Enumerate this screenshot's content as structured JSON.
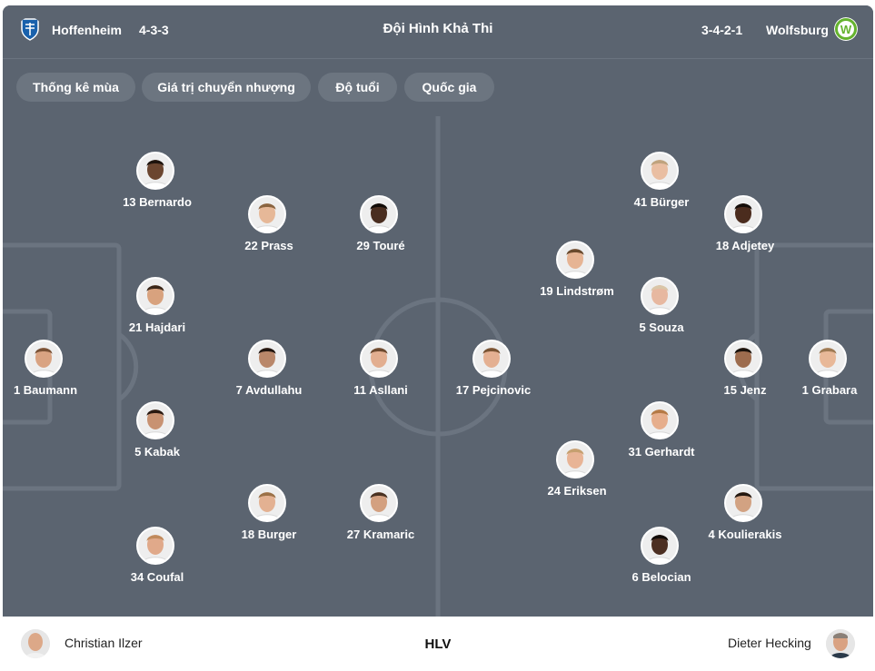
{
  "header": {
    "home_team": "Hoffenheim",
    "home_formation": "4-3-3",
    "title": "Đội Hình Khả Thi",
    "away_formation": "3-4-2-1",
    "away_team": "Wolfsburg",
    "home_logo_icon": "hoffenheim-crest-icon",
    "away_logo_icon": "wolfsburg-crest-icon",
    "away_logo_letter": "W"
  },
  "tabs": [
    "Thống kê mùa",
    "Giá trị chuyển nhượng",
    "Độ tuổi",
    "Quốc gia"
  ],
  "colors": {
    "pitch": "#5b6470",
    "lines": "#6b7480",
    "accent_green": "#65b32e",
    "home_blue": "#1961ac"
  },
  "home_players": [
    {
      "label": "1 Baumann",
      "skin": "#d9a382",
      "hair": "#7a5236"
    },
    {
      "label": "13 Bernardo",
      "skin": "#6b4630",
      "hair": "#1e140e"
    },
    {
      "label": "21 Hajdari",
      "skin": "#d8a27e",
      "hair": "#3a2618"
    },
    {
      "label": "5 Kabak",
      "skin": "#c89272",
      "hair": "#2a1a12"
    },
    {
      "label": "34 Coufal",
      "skin": "#e0a98a",
      "hair": "#c08a5c"
    },
    {
      "label": "22 Prass",
      "skin": "#e6b898",
      "hair": "#8a6440"
    },
    {
      "label": "7 Avdullahu",
      "skin": "#b9876a",
      "hair": "#221610"
    },
    {
      "label": "18 Burger",
      "skin": "#e3b192",
      "hair": "#9b7148"
    },
    {
      "label": "29 Touré",
      "skin": "#4a2e20",
      "hair": "#120c08"
    },
    {
      "label": "11 Asllani",
      "skin": "#e2ae90",
      "hair": "#6d4a30"
    },
    {
      "label": "27 Kramaric",
      "skin": "#d3a080",
      "hair": "#4a3222"
    }
  ],
  "away_players": [
    {
      "label": "1 Grabara",
      "skin": "#e8b898",
      "hair": "#9e7a54"
    },
    {
      "label": "15 Jenz",
      "skin": "#9d6c4e",
      "hair": "#1a120c"
    },
    {
      "label": "5 Souza",
      "skin": "#e7b8a0",
      "hair": "#d9c6a8"
    },
    {
      "label": "18 Adjetey",
      "skin": "#4b2c1e",
      "hair": "#140d09"
    },
    {
      "label": "41 Bürger",
      "skin": "#e9bea2",
      "hair": "#bfa37e"
    },
    {
      "label": "4 Koulierakis",
      "skin": "#d2a282",
      "hair": "#241810"
    },
    {
      "label": "31 Gerhardt",
      "skin": "#e6ae8c",
      "hair": "#b57a46"
    },
    {
      "label": "24 Eriksen",
      "skin": "#e8b496",
      "hair": "#c6a070"
    },
    {
      "label": "6 Belocian",
      "skin": "#4c2f22",
      "hair": "#120c08"
    },
    {
      "label": "19 Lindstrøm",
      "skin": "#e6b494",
      "hair": "#6a4a2e"
    },
    {
      "label": "17 Pejcinovic",
      "skin": "#e4b092",
      "hair": "#7a5434"
    }
  ],
  "footer": {
    "home_coach": "Christian Ilzer",
    "label": "HLV",
    "away_coach": "Dieter Hecking"
  }
}
